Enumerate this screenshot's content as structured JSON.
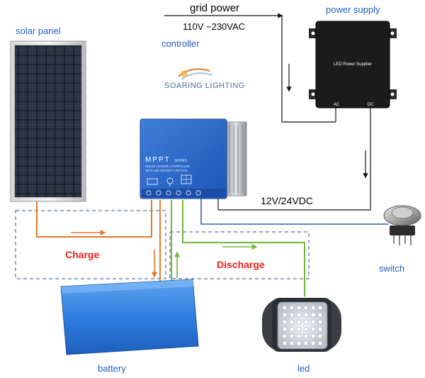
{
  "labels": {
    "solar_panel": "solar panel",
    "controller": "controller",
    "grid_power": "grid power",
    "grid_voltage": "110V ~230VAC",
    "power_supply": "power supply",
    "psu_label": "LED Power Supplier",
    "psu_ac": "AC",
    "psu_dc": "DC",
    "dc_voltage": "12V/24VDC",
    "switch": "switch",
    "charge": "Charge",
    "discharge": "Discharge",
    "battery": "battery",
    "led": "led"
  },
  "brand": {
    "name": "SOARING LIGHTING"
  },
  "controller_face": {
    "title": "MPPT",
    "series": "SERIES",
    "line1": "SOLAR CHARGE CONTROLLER",
    "line2": "WITH LED DRIVER FUNCTION"
  },
  "colors": {
    "label_blue": "#1f5fc0",
    "charge_red": "#e8231b",
    "wire_orange": "#e8772a",
    "wire_green": "#6cb83a",
    "wire_blue": "#2a5fc0",
    "wire_black": "#111111",
    "zone_border": "#2a4d8f"
  }
}
